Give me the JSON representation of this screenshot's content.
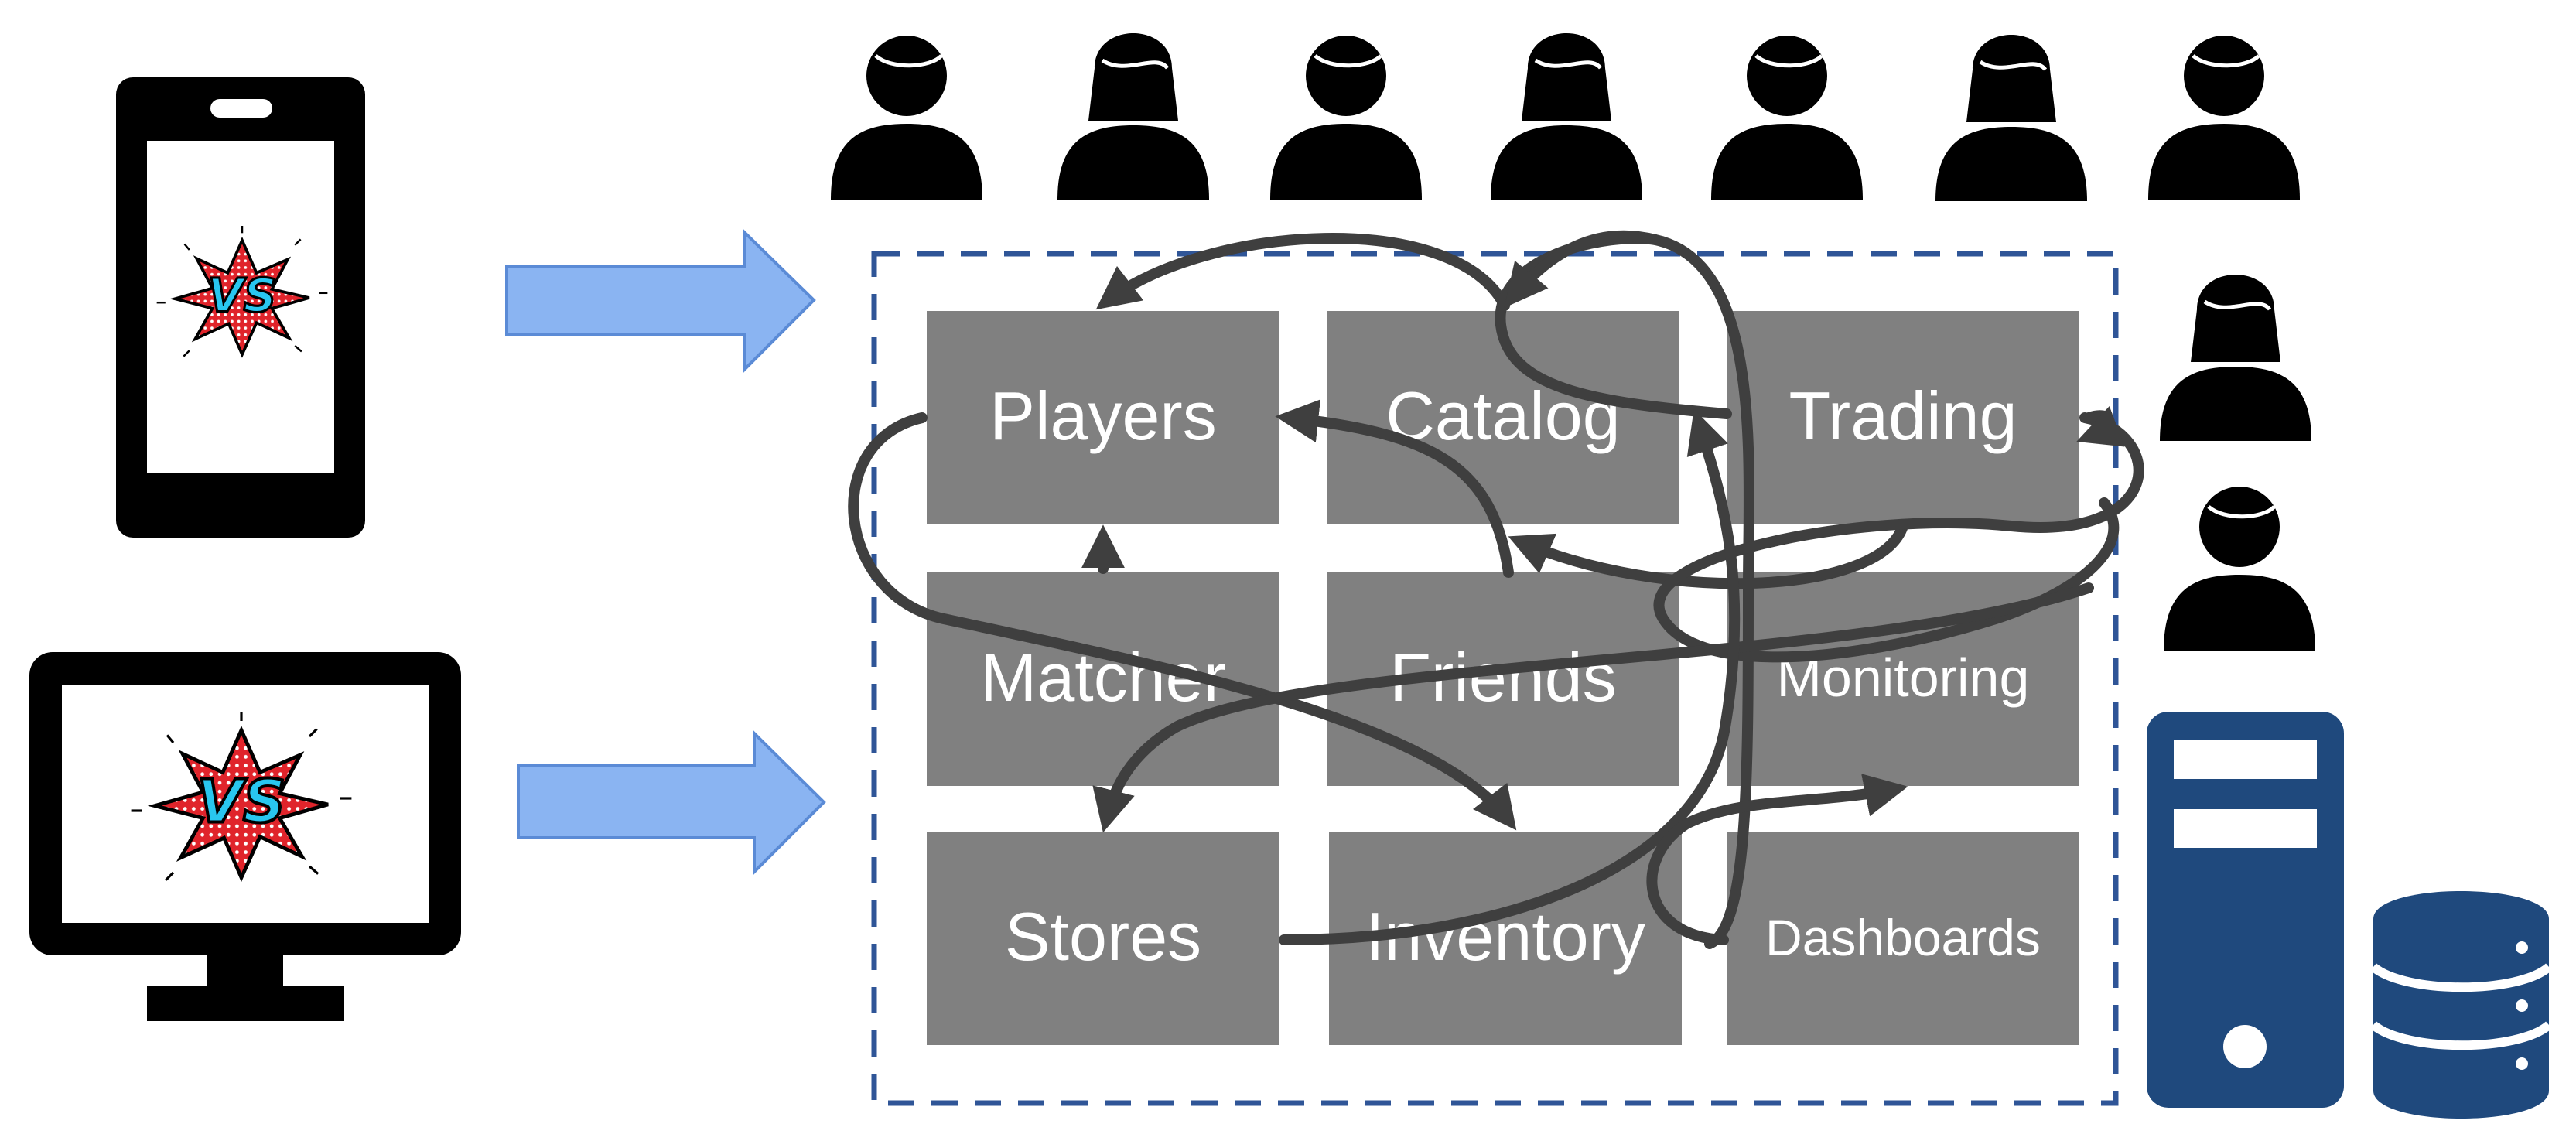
{
  "services": [
    {
      "id": "players",
      "label": "Players"
    },
    {
      "id": "catalog",
      "label": "Catalog"
    },
    {
      "id": "trading",
      "label": "Trading"
    },
    {
      "id": "matcher",
      "label": "Matcher"
    },
    {
      "id": "friends",
      "label": "Friends"
    },
    {
      "id": "monitoring",
      "label": "Monitoring"
    },
    {
      "id": "stores",
      "label": "Stores"
    },
    {
      "id": "inventory",
      "label": "Inventory"
    },
    {
      "id": "dashboards",
      "label": "Dashboards"
    }
  ],
  "vs_badge_text": "VS",
  "colors": {
    "tile": "#808080",
    "tile_text": "#ffffff",
    "connector": "#3f3f3f",
    "boundary": "#2f5597",
    "server": "#1f497d",
    "arrow_fill": "#8ab4f2",
    "arrow_stroke": "#5b8bd6",
    "device": "#000000",
    "person": "#000000"
  },
  "icons": {
    "phone": "smartphone-icon",
    "monitor": "desktop-monitor-icon",
    "server": "server-tower-icon",
    "database": "database-icon",
    "person_male": "person-male-icon",
    "person_female": "person-female-icon"
  }
}
